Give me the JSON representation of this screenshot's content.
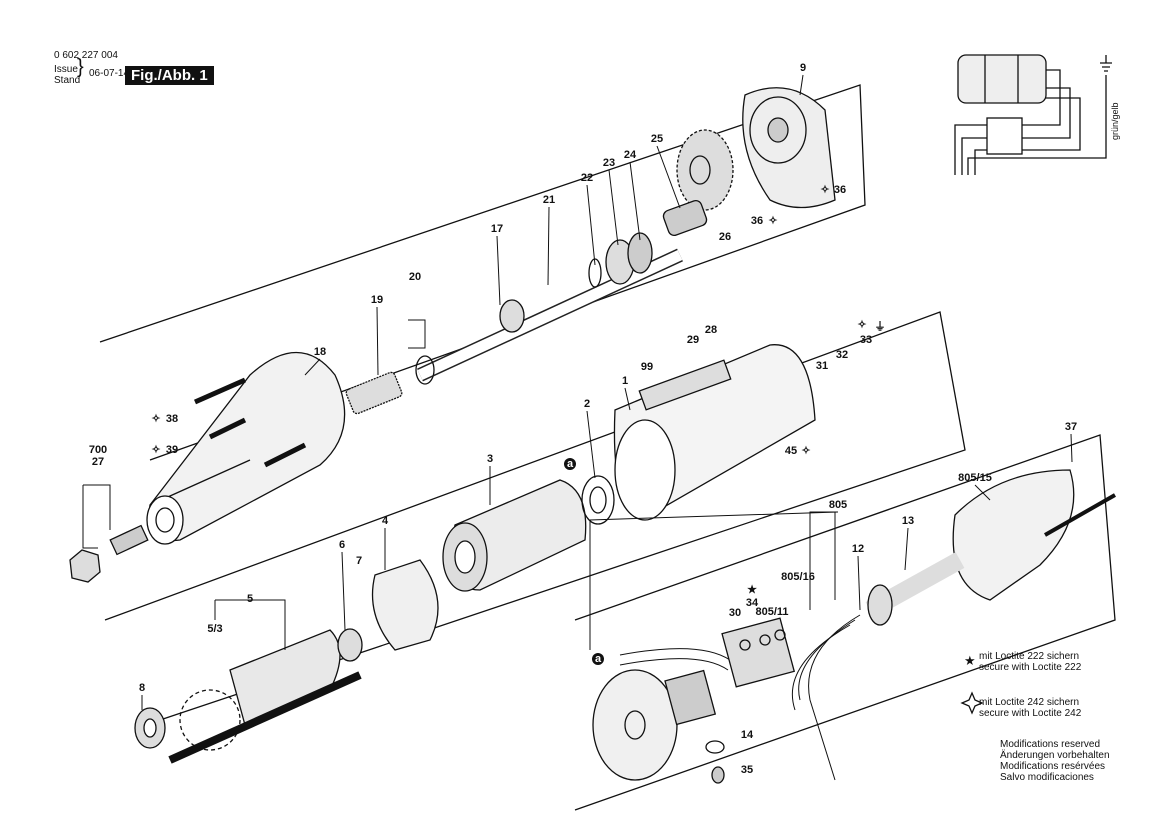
{
  "header": {
    "part_number": "0 602 227 004",
    "issue_label": "Issue",
    "stand_label": "Stand",
    "date": "06-07-14",
    "figure": "Fig./Abb. 1"
  },
  "wiring": {
    "ground_color_label": "grün/gelb"
  },
  "parts": {
    "p9": "9",
    "p25": "25",
    "p22": "22",
    "p23": "23",
    "p24": "24",
    "p21": "21",
    "p26": "26",
    "p36a": "36",
    "p36b": "36",
    "p17": "17",
    "p20": "20",
    "p19": "19",
    "p18": "18",
    "p28": "28",
    "p29": "29",
    "p99": "99",
    "p1": "1",
    "p31": "31",
    "p32": "32",
    "p33": "33",
    "p38": "38",
    "p39": "39",
    "p700": "700",
    "p27": "27",
    "p2": "2",
    "p3": "3",
    "pa1": "a",
    "p45": "45",
    "p37": "37",
    "p805_15": "805/15",
    "p805": "805",
    "p13": "13",
    "p12": "12",
    "p4": "4",
    "p7": "7",
    "p6": "6",
    "p5": "5",
    "p5_3": "5/3",
    "p8": "8",
    "p34": "34",
    "p30": "30",
    "p805_11": "805/11",
    "p805_16": "805/16",
    "pa2": "a",
    "p14": "14",
    "p35": "35"
  },
  "legend": {
    "loctite222_de": "mit Loctite 222 sichern",
    "loctite222_en": "secure with Loctite 222",
    "loctite242_de": "mit Loctite 242 sichern",
    "loctite242_en": "secure with Loctite 242",
    "mod_en": "Modifications reserved",
    "mod_de": "Änderungen vorbehalten",
    "mod_fr": "Modifications resérvées",
    "mod_es": "Salvo modificaciones"
  }
}
